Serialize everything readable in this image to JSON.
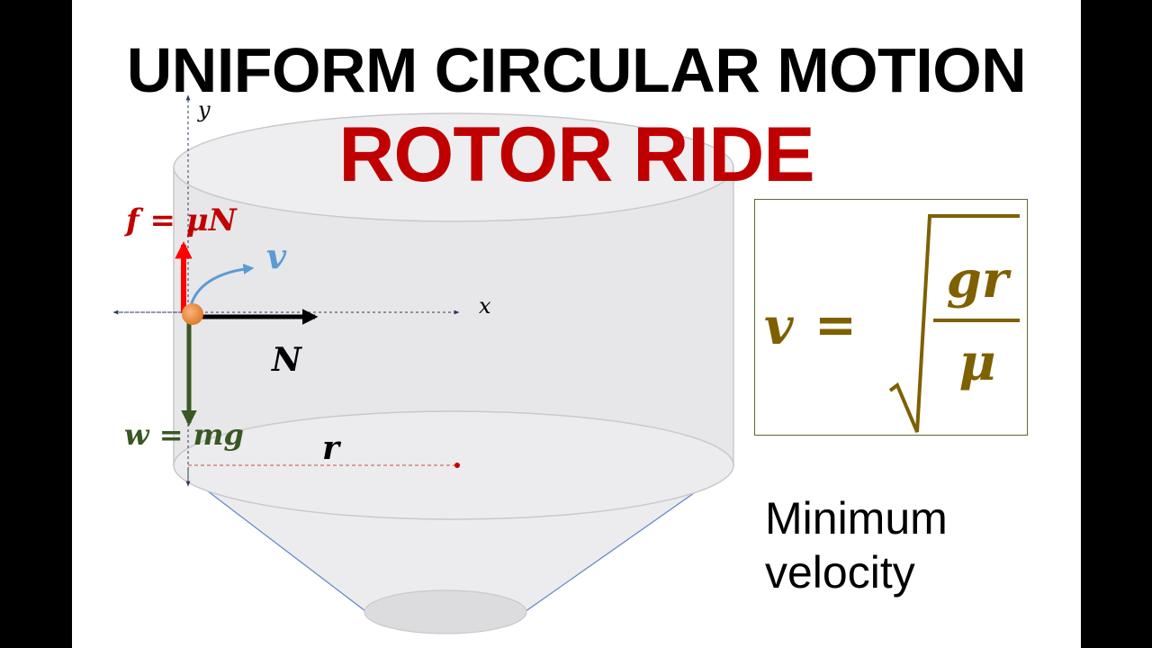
{
  "title": "UNIFORM CIRCULAR MOTION",
  "subtitle": "ROTOR RIDE",
  "diagram": {
    "axis_x_label": "x",
    "axis_y_label": "y",
    "friction_label": "f = μN",
    "velocity_label": "v",
    "normal_label": "N",
    "weight_label": "w = mg",
    "radius_label": "r"
  },
  "formula": {
    "lhs": "v",
    "equals": "=",
    "numerator": "gr",
    "denominator": "μ"
  },
  "caption": {
    "line1": "Minimum",
    "line2": "velocity"
  },
  "colors": {
    "subtitle": "#c00000",
    "friction": "#c00000",
    "velocity": "#5b9bd5",
    "normal": "#000000",
    "weight": "#385723",
    "formula": "#7f6000",
    "box_border": "#5b6b2f",
    "cylinder_fill": "#e7e7e9",
    "cylinder_stroke": "#c9c9cc",
    "funnel_line": "#5b86c4",
    "radius_line": "#c0504d",
    "axis": "#2e3a5c"
  }
}
